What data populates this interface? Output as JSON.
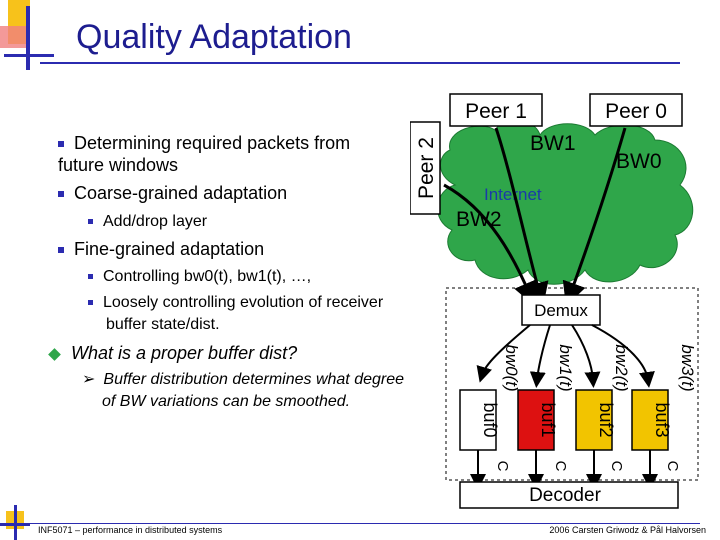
{
  "slide": {
    "title": "Quality Adaptation",
    "bullets": [
      {
        "text": "Determining required packets from future windows"
      },
      {
        "text": "Coarse-grained adaptation"
      },
      {
        "text": "Add/drop layer"
      },
      {
        "text": "Fine-grained adaptation"
      },
      {
        "text": "Controlling bw0(t), bw1(t), …,"
      },
      {
        "text": "Loosely controlling evolution of receiver buffer state/dist."
      },
      {
        "text": "What is a proper buffer dist?"
      },
      {
        "text": "Buffer distribution determines what degree of BW variations can be smoothed."
      }
    ],
    "footer_left": "INF5071 – performance in distributed systems",
    "footer_right": "2006 Carsten Griwodz & Pål Halvorsen"
  },
  "diagram": {
    "peers": [
      "Peer 1",
      "Peer 0",
      "Peer 2"
    ],
    "cloud_label": "Internet",
    "bw_labels": {
      "bw1": "BW1",
      "bw0": "BW0",
      "bw2": "BW2"
    },
    "demux": "Demux",
    "decoder": "Decoder",
    "buffers": [
      "buf0",
      "buf1",
      "buf2",
      "buf3"
    ],
    "rates": [
      "bw0(t)",
      "bw1(t)",
      "bw2(t)",
      "bw3(t)"
    ],
    "consumption": [
      "C",
      "C",
      "C",
      "C"
    ],
    "colors": {
      "cloud": "#2fa64a",
      "buf1": "#dd1111",
      "buf2": "#f2c400",
      "buf3": "#f2c400",
      "buf0": "#ffffff"
    }
  }
}
